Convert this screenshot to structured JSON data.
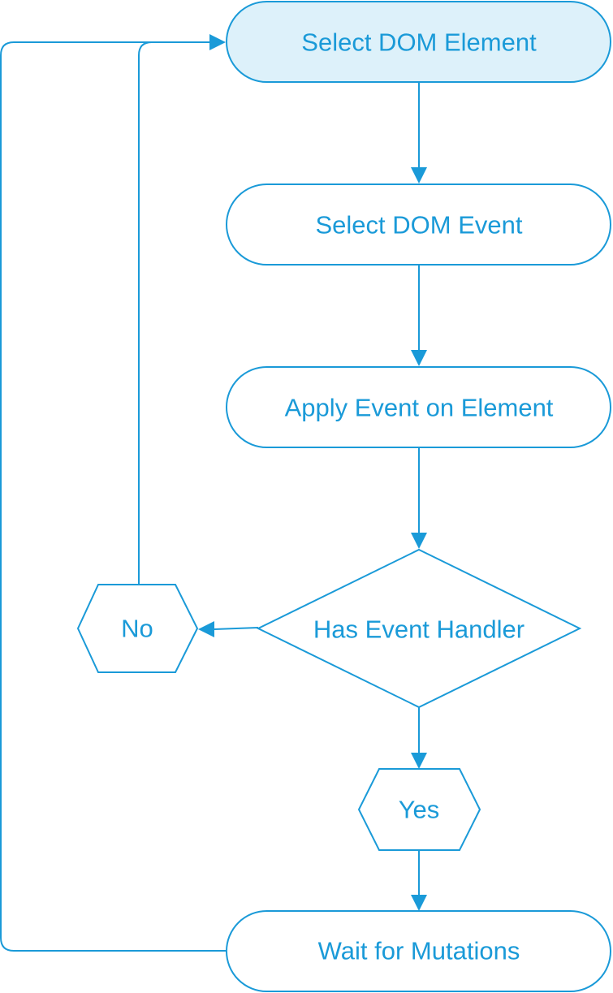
{
  "diagram": {
    "type": "flowchart",
    "color": "#1a9ad8",
    "start_fill": "#ddf1fa",
    "nodes": {
      "select_element": "Select DOM Element",
      "select_event": "Select DOM Event",
      "apply_event": "Apply Event on Element",
      "has_handler": "Has Event Handler",
      "no": "No",
      "yes": "Yes",
      "wait_mutations": "Wait for Mutations"
    },
    "edges": [
      {
        "from": "select_element",
        "to": "select_event"
      },
      {
        "from": "select_event",
        "to": "apply_event"
      },
      {
        "from": "apply_event",
        "to": "has_handler"
      },
      {
        "from": "has_handler",
        "to": "no"
      },
      {
        "from": "has_handler",
        "to": "yes"
      },
      {
        "from": "yes",
        "to": "wait_mutations"
      },
      {
        "from": "no",
        "to": "select_element"
      },
      {
        "from": "wait_mutations",
        "to": "select_element"
      }
    ]
  }
}
